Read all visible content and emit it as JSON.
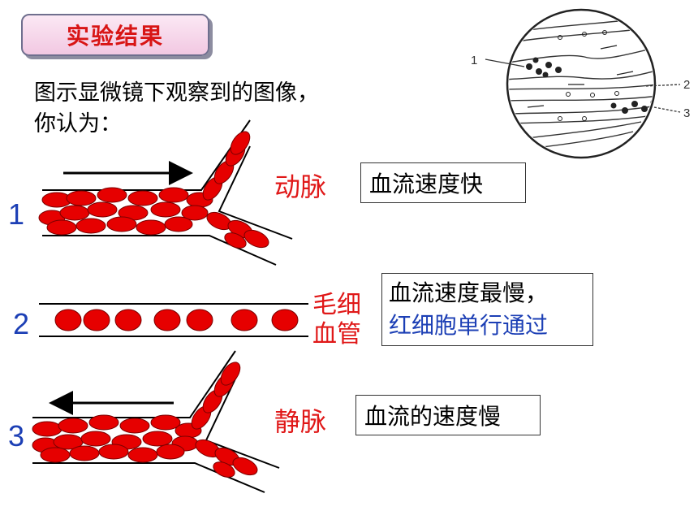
{
  "title": "实验结果",
  "intro": {
    "line1": "图示显微镜下观察到的图像，",
    "line2": "你认为："
  },
  "microscope": {
    "label_1": "1",
    "label_2": "2",
    "label_3": "3"
  },
  "vessels": [
    {
      "number": "1",
      "name": "动脉",
      "description": "血流速度快"
    },
    {
      "number": "2",
      "name_line1": "毛细",
      "name_line2": "血管",
      "description_line1": "血流速度最慢，",
      "description_line2": "红细胞单行通过"
    },
    {
      "number": "3",
      "name": "静脉",
      "description": "血流的速度慢"
    }
  ],
  "colors": {
    "red_cell": "#e60000",
    "label_red": "#e01818",
    "number_blue": "#1c3fb5"
  }
}
